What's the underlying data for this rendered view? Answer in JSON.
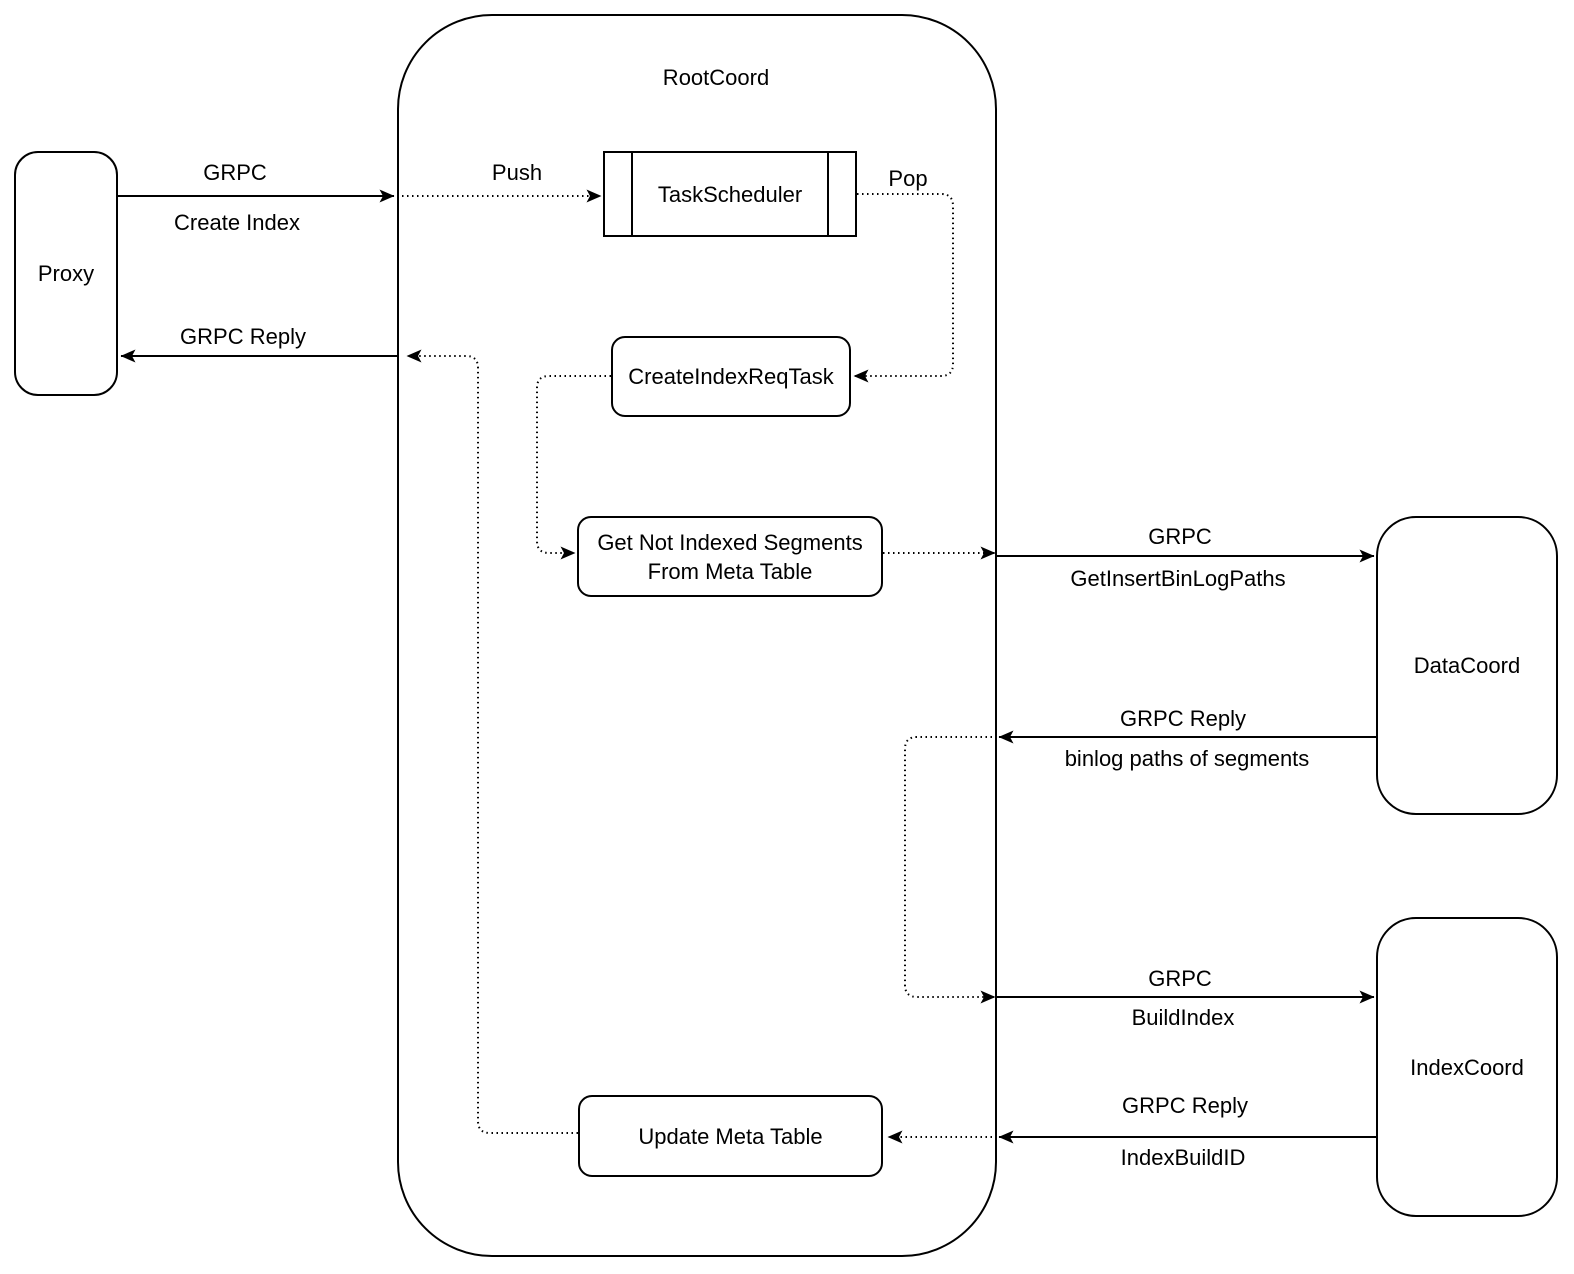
{
  "diagram": {
    "background": "#ffffff",
    "stroke_color": "#000000",
    "container": {
      "title": "RootCoord"
    },
    "nodes": {
      "proxy": {
        "label": "Proxy"
      },
      "task_scheduler": {
        "label": "TaskScheduler"
      },
      "create_index_req_task": {
        "label": "CreateIndexReqTask"
      },
      "get_not_indexed_segments": {
        "line1": "Get Not Indexed Segments",
        "line2": "From Meta Table"
      },
      "update_meta_table": {
        "label": "Update Meta Table"
      },
      "data_coord": {
        "label": "DataCoord"
      },
      "index_coord": {
        "label": "IndexCoord"
      }
    },
    "edges": {
      "create_index_request": {
        "line1": "GRPC",
        "line2": "Create Index"
      },
      "proxy_reply": {
        "label": "GRPC Reply"
      },
      "push": {
        "label": "Push"
      },
      "pop": {
        "label": "Pop"
      },
      "get_insert_binlog_paths": {
        "line1": "GRPC",
        "line2": "GetInsertBinLogPaths"
      },
      "binlog_paths_reply": {
        "line1": "GRPC Reply",
        "line2": "binlog paths of segments"
      },
      "build_index": {
        "line1": "GRPC",
        "line2": "BuildIndex"
      },
      "index_build_id_reply": {
        "line1": "GRPC Reply",
        "line2": "IndexBuildID"
      }
    }
  }
}
